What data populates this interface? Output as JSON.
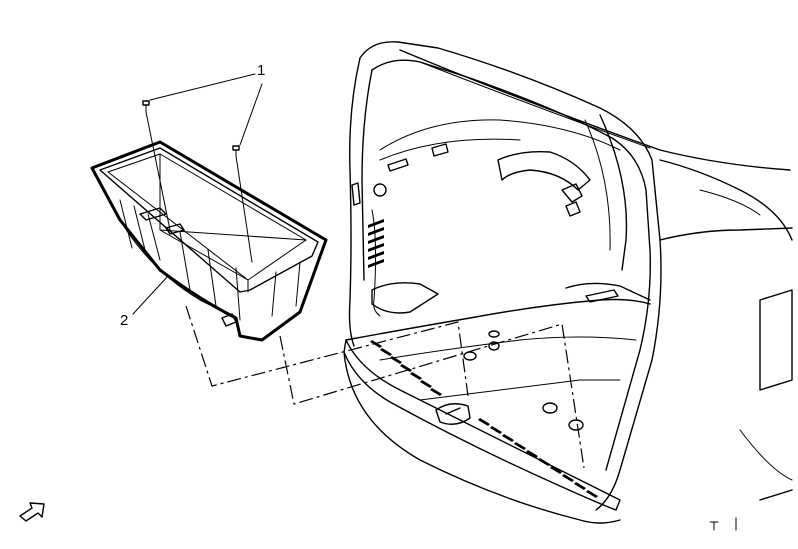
{
  "callouts": [
    {
      "id": "1",
      "part": "fastener"
    },
    {
      "id": "2",
      "part": "storage-bin"
    }
  ],
  "view_indicator": {
    "icon": "view-direction-arrow-icon"
  },
  "colors": {
    "line": "#000000",
    "background": "#ffffff"
  }
}
